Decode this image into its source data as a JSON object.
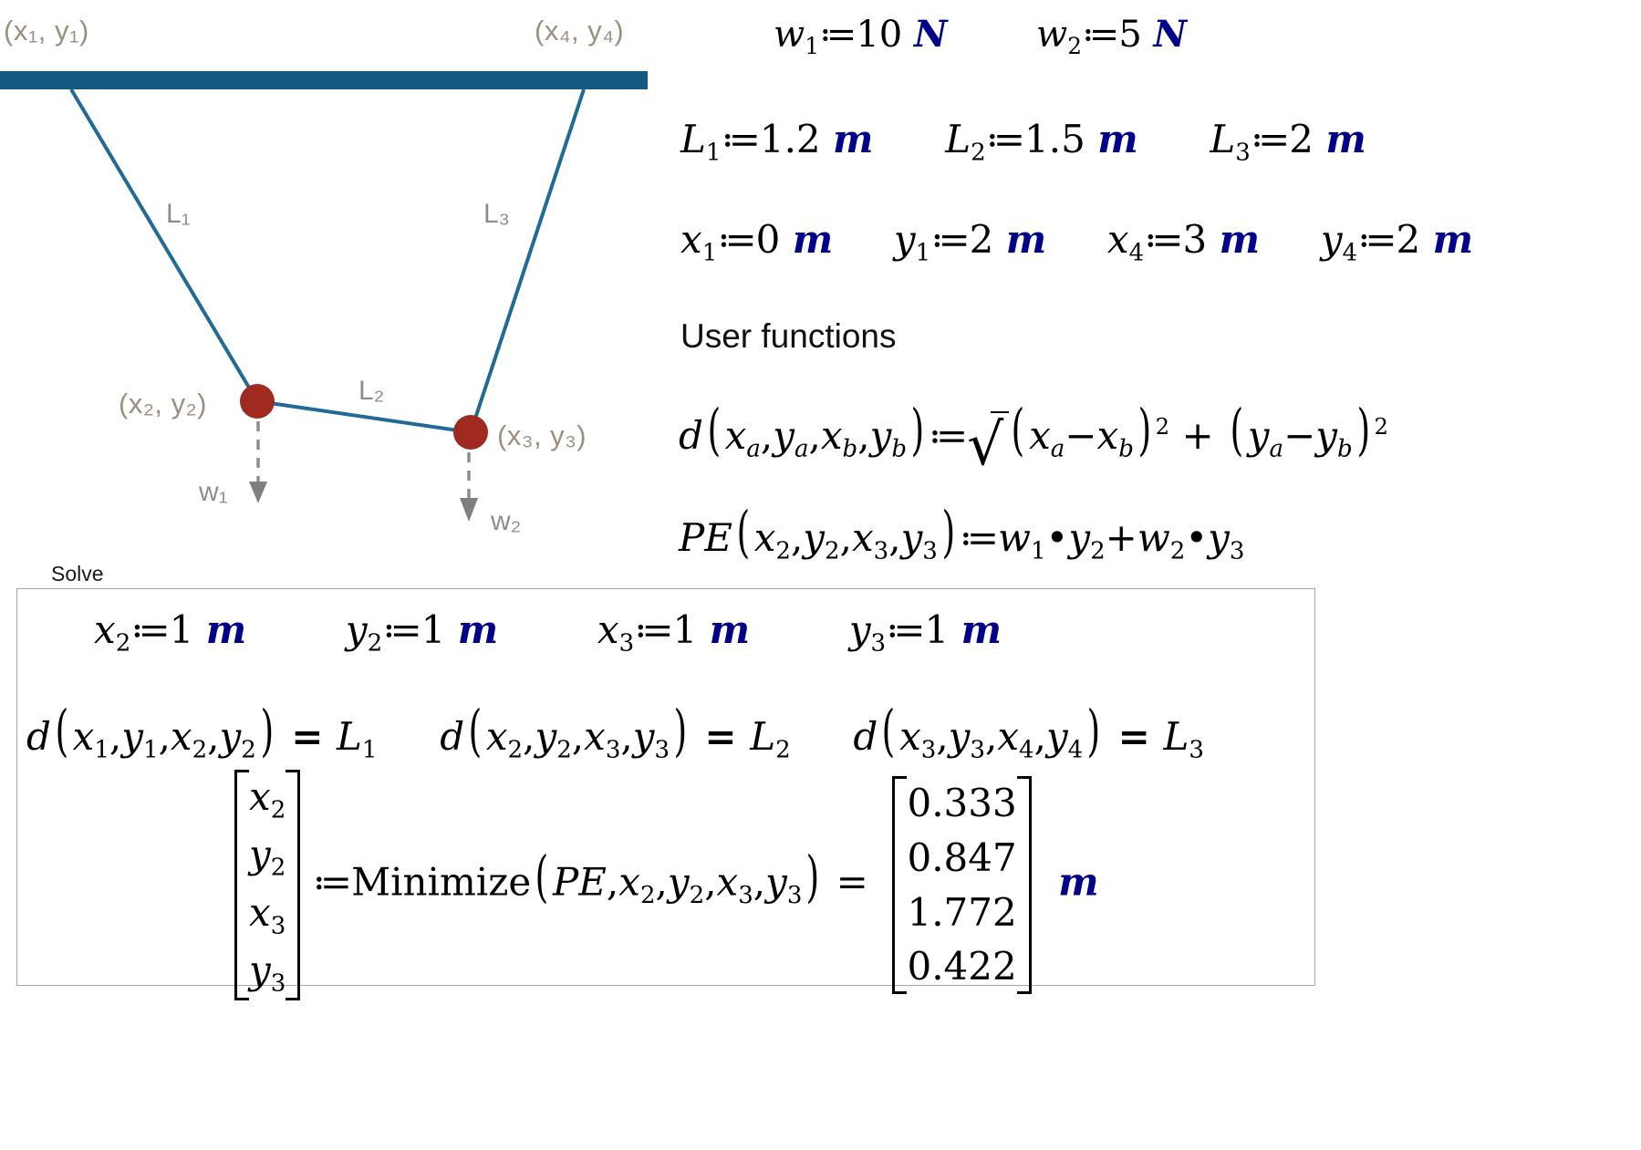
{
  "diagram": {
    "node_labels": [
      {
        "id": "p1",
        "text": "(x₁, y₁)"
      },
      {
        "id": "p4",
        "text": "(x₄, y₄)"
      },
      {
        "id": "p2",
        "text": "(x₂, y₂)"
      },
      {
        "id": "p3",
        "text": "(x₃, y₃)"
      }
    ],
    "member_labels": [
      {
        "id": "L1",
        "text": "L₁"
      },
      {
        "id": "L2",
        "text": "L₂"
      },
      {
        "id": "L3",
        "text": "L₃"
      }
    ],
    "load_labels": [
      {
        "id": "w1",
        "text": "w₁"
      },
      {
        "id": "w2",
        "text": "w₂"
      }
    ],
    "colors": {
      "ceiling": "#14597f",
      "cable": "#1f6a96",
      "joint": "#9e2a20",
      "label": "#9c8f7e",
      "dimension": "#8d8d8d"
    }
  },
  "definitions": {
    "weights": [
      {
        "name": "w",
        "index": "1",
        "value": "10",
        "unit": "N"
      },
      {
        "name": "w",
        "index": "2",
        "value": "5",
        "unit": "N"
      }
    ],
    "lengths": [
      {
        "name": "L",
        "index": "1",
        "value": "1.2",
        "unit": "m"
      },
      {
        "name": "L",
        "index": "2",
        "value": "1.5",
        "unit": "m"
      },
      {
        "name": "L",
        "index": "3",
        "value": "2",
        "unit": "m"
      }
    ],
    "anchors": [
      {
        "name": "x",
        "index": "1",
        "value": "0",
        "unit": "m"
      },
      {
        "name": "y",
        "index": "1",
        "value": "2",
        "unit": "m"
      },
      {
        "name": "x",
        "index": "4",
        "value": "3",
        "unit": "m"
      },
      {
        "name": "y",
        "index": "4",
        "value": "2",
        "unit": "m"
      }
    ]
  },
  "user_functions": {
    "heading": "User functions",
    "distance": {
      "name": "d",
      "args": [
        "x",
        "y",
        "x",
        "y"
      ],
      "arg_subs": [
        "a",
        "a",
        "b",
        "b"
      ],
      "operator": ":=",
      "term1_base": "x",
      "term1_sub_a": "a",
      "term1_sub_b": "b",
      "term2_base": "y",
      "exponent": "2",
      "plus": "+"
    },
    "potential_energy": {
      "name": "PE",
      "args": [
        "x",
        "y",
        "x",
        "y"
      ],
      "arg_subs": [
        "2",
        "2",
        "3",
        "3"
      ],
      "operator": ":=",
      "rhs_terms": [
        {
          "factor": "w",
          "factor_sub": "1",
          "var": "y",
          "var_sub": "2"
        },
        {
          "factor": "w",
          "factor_sub": "2",
          "var": "y",
          "var_sub": "3"
        }
      ],
      "dot": "•",
      "plus": "+"
    }
  },
  "solve_block": {
    "label": "Solve",
    "guesses": [
      {
        "name": "x",
        "index": "2",
        "value": "1",
        "unit": "m"
      },
      {
        "name": "y",
        "index": "2",
        "value": "1",
        "unit": "m"
      },
      {
        "name": "x",
        "index": "3",
        "value": "1",
        "unit": "m"
      },
      {
        "name": "y",
        "index": "3",
        "value": "1",
        "unit": "m"
      }
    ],
    "constraints": [
      {
        "fn": "d",
        "args": [
          "x₁",
          "y₁",
          "x₂",
          "y₂"
        ],
        "equals": "L",
        "equals_sub": "1"
      },
      {
        "fn": "d",
        "args": [
          "x₂",
          "y₂",
          "x₃",
          "y₃"
        ],
        "equals": "L",
        "equals_sub": "2"
      },
      {
        "fn": "d",
        "args": [
          "x₃",
          "y₃",
          "x₄",
          "y₄"
        ],
        "equals": "L",
        "equals_sub": "3"
      }
    ],
    "result": {
      "lhs_vector": [
        "x",
        "y",
        "x",
        "y"
      ],
      "lhs_vector_subs": [
        "2",
        "2",
        "3",
        "3"
      ],
      "operator": ":=",
      "solver": "Minimize",
      "solver_args": [
        "PE",
        "x₂",
        "y₂",
        "x₃",
        "y₃"
      ],
      "equals": "=",
      "values": [
        "0.333",
        "0.847",
        "1.772",
        "0.422"
      ],
      "unit": "m"
    }
  }
}
